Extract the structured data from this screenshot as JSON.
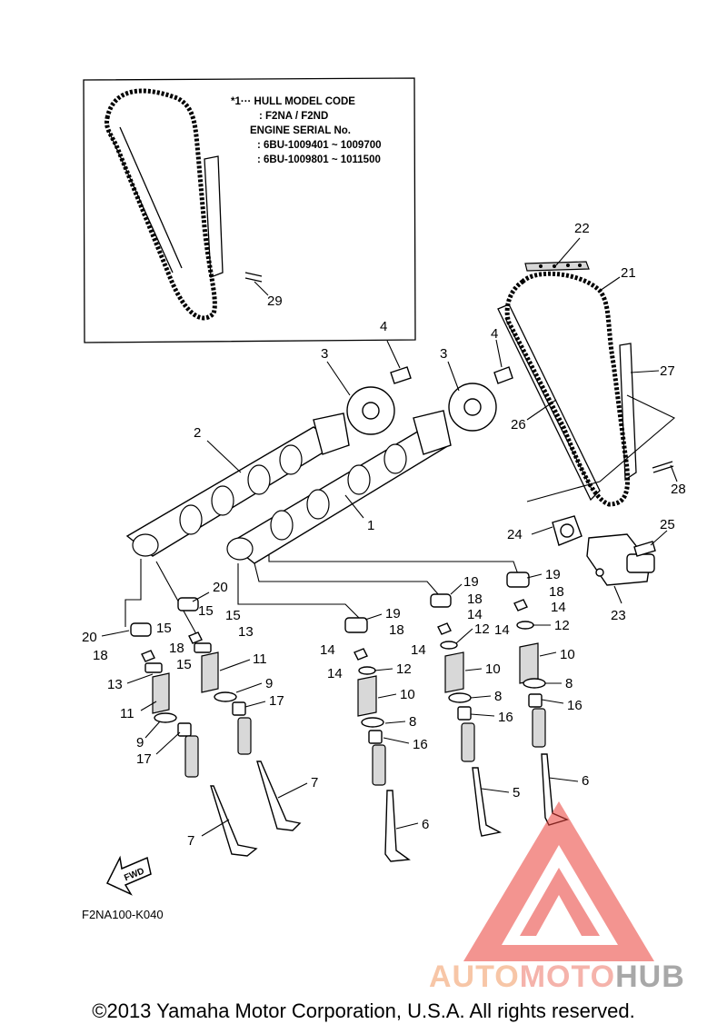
{
  "inset_note": {
    "line1": "*1··· HULL MODEL CODE",
    "line2": ": F2NA / F2ND",
    "line3": "ENGINE SERIAL No.",
    "line4": ": 6BU-1009401 ~ 1009700",
    "line5": ": 6BU-1009801 ~ 1011500"
  },
  "callouts": {
    "c1": "1",
    "c2": "2",
    "c3a": "3",
    "c3b": "3",
    "c4a": "4",
    "c4b": "4",
    "c5": "5",
    "c6a": "6",
    "c6b": "6",
    "c7a": "7",
    "c7b": "7",
    "c8a": "8",
    "c8b": "8",
    "c8c": "8",
    "c9a": "9",
    "c9b": "9",
    "c10a": "10",
    "c10b": "10",
    "c10c": "10",
    "c11a": "11",
    "c11b": "11",
    "c12a": "12",
    "c12b": "12",
    "c12c": "12",
    "c13a": "13",
    "c13b": "13",
    "c14a": "14",
    "c14b": "14",
    "c14c": "14",
    "c14d": "14",
    "c14e": "14",
    "c14f": "14",
    "c15a": "15",
    "c15b": "15",
    "c15c": "15",
    "c16a": "16",
    "c16b": "16",
    "c16c": "16",
    "c17a": "17",
    "c17b": "17",
    "c18a": "18",
    "c18b": "18",
    "c18c": "18",
    "c18d": "18",
    "c18e": "18",
    "c19a": "19",
    "c19b": "19",
    "c19c": "19",
    "c20a": "20",
    "c20b": "20",
    "c21": "21",
    "c22": "22",
    "c23": "23",
    "c24": "24",
    "c25": "25",
    "c26": "26",
    "c27": "27",
    "c28": "28",
    "c29": "29"
  },
  "fwd_label": "FWD",
  "figure_code": "F2NA100-K040",
  "watermark": {
    "part1": "AUTO",
    "part2": "MOTO",
    "part3": "HUB"
  },
  "copyright": "©2013 Yamaha Motor Corporation, U.S.A. All rights reserved.",
  "colors": {
    "watermark_red": "#e8403a",
    "watermark_orange": "#f5a870",
    "watermark_grey": "#8a8a8a"
  }
}
